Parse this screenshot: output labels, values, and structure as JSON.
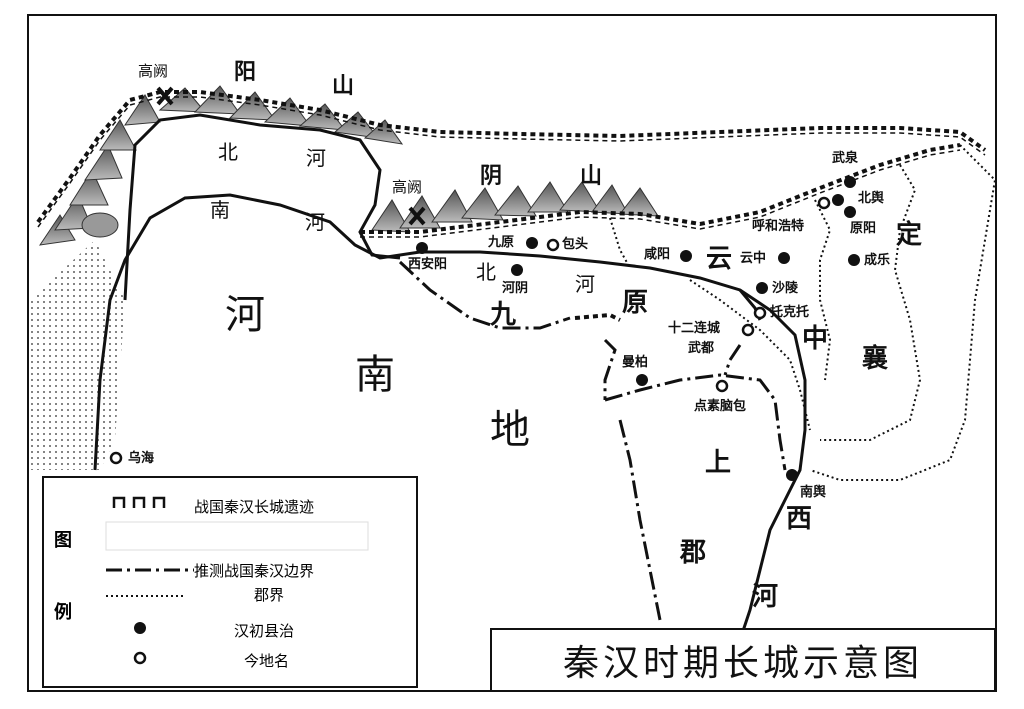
{
  "title": "秦汉时期长城示意图",
  "legend": {
    "heading_1": "图",
    "heading_2": "例",
    "items": [
      {
        "label": "战国秦汉长城遗迹",
        "symbol": "wall-icon"
      },
      {
        "label": "推测战国秦汉边界",
        "symbol": "dash-dot-line-icon"
      },
      {
        "label": "郡界",
        "symbol": "dotted-line-icon"
      },
      {
        "label": "汉初县治",
        "symbol": "filled-circle-icon"
      },
      {
        "label": "今地名",
        "symbol": "open-circle-icon"
      }
    ]
  },
  "labels": {
    "pass_1": "高阙",
    "pass_2": "高阙",
    "mountain_yang_1": "阳",
    "mountain_yang_2": "山",
    "mountain_yin_1": "阴",
    "mountain_yin_2": "山",
    "river_bei_1": "北",
    "river_bei_2": "河",
    "river_nan_1": "南",
    "river_nan_2": "河",
    "region_henan_1": "河",
    "region_henan_2": "南",
    "region_henan_3": "地",
    "river_beihe_1": "北",
    "river_beihe_2": "河",
    "jiuyuan_1": "九",
    "jiuyuan_2": "原",
    "yunzhong_1": "云",
    "yunzhong_2": "中",
    "dingxiang_1": "定",
    "dingxiang_2": "襄",
    "shangjun_1": "上",
    "shangjun_2": "郡",
    "xihe_1": "西",
    "xihe_2": "河"
  },
  "places": {
    "xianyang_w": "西安阳",
    "jiuyuan": "九原",
    "baotou": "包头",
    "heyin": "河阴",
    "xianyang": "咸阳",
    "yunzhong": "云中",
    "wuquan": "武泉",
    "beiyu": "北舆",
    "huhehaote": "呼和浩特",
    "yuanyang": "原阳",
    "chengle": "成乐",
    "shaling": "沙陵",
    "tuoketuo": "托克托",
    "shierliancheng": "十二连城",
    "wudu": "武都",
    "manbo": "曼柏",
    "diansunaobao": "点素脑包",
    "nanyu": "南舆",
    "wuhai": "乌海"
  }
}
